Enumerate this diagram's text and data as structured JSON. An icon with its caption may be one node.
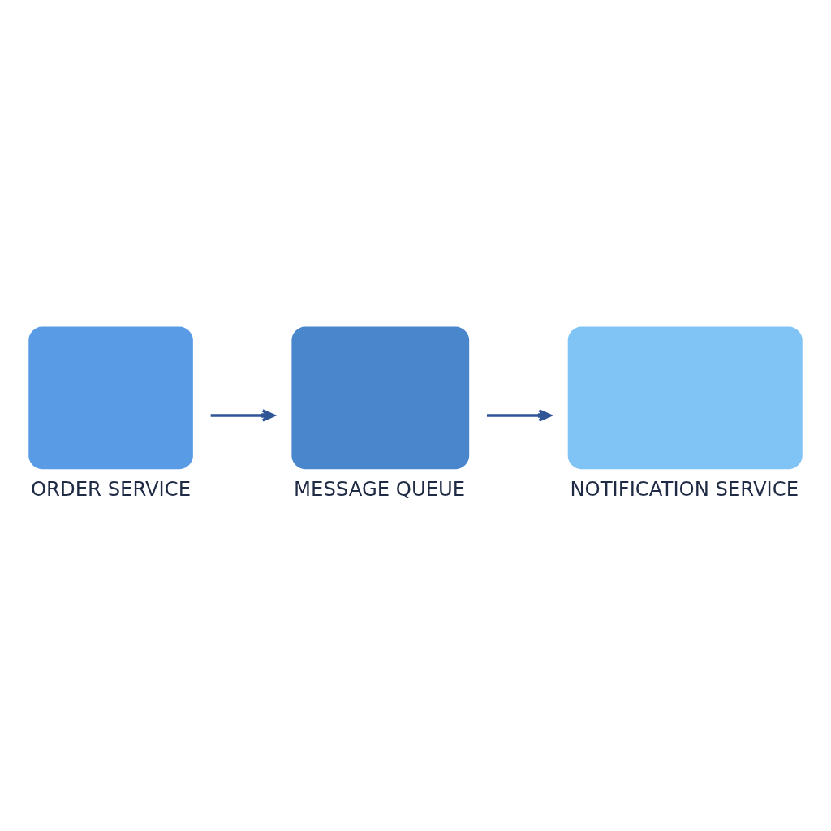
{
  "diagram": {
    "nodes": [
      {
        "text": [
          "ORDER SERVICE"
        ]
      },
      {
        "text": [
          "MESSAGE QUEUE"
        ]
      },
      {
        "text": [
          "NOTIFICATION SERVICE"
        ]
      }
    ],
    "edges": [
      {
        "from": 0,
        "to": 1,
        "arrow": "to"
      },
      {
        "from": 1,
        "to": 2,
        "arrow": "to"
      }
    ]
  }
}
